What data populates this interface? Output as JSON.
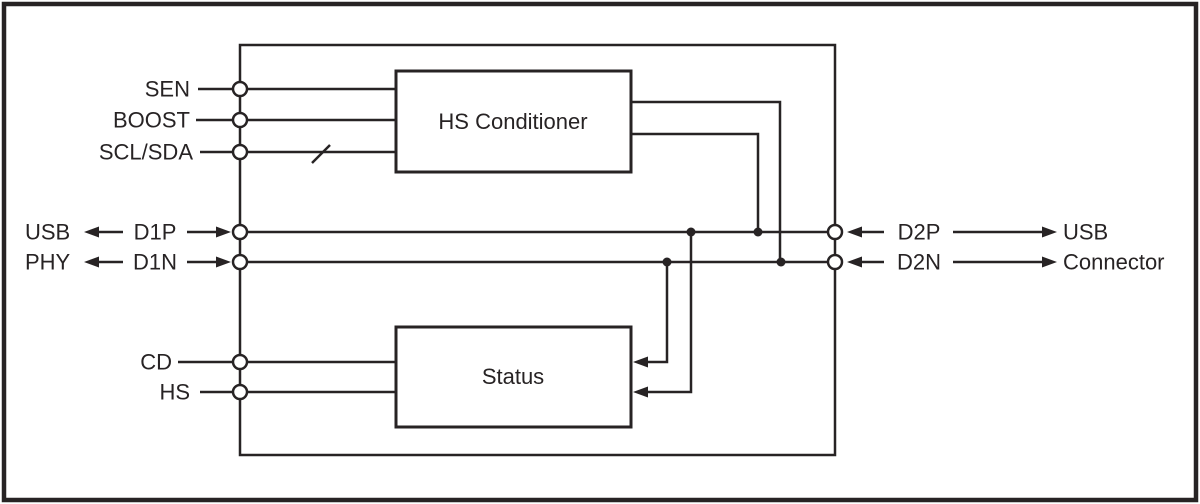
{
  "diagram": {
    "chip": {
      "blocks": {
        "hs_conditioner": {
          "label": "HS Conditioner"
        },
        "status": {
          "label": "Status"
        }
      },
      "left_pins": {
        "sen": {
          "label": "SEN"
        },
        "boost": {
          "label": "BOOST"
        },
        "scl_sda": {
          "label": "SCL/SDA"
        },
        "d1p": {
          "label": "D1P"
        },
        "d1n": {
          "label": "D1N"
        },
        "cd": {
          "label": "CD"
        },
        "hs": {
          "label": "HS"
        }
      },
      "right_pins": {
        "d2p": {
          "label": "D2P"
        },
        "d2n": {
          "label": "D2N"
        }
      }
    },
    "external": {
      "usb_phy": {
        "line1": "USB",
        "line2": "PHY"
      },
      "usb_connector": {
        "line1": "USB",
        "line2": "Connector"
      }
    },
    "colors": {
      "stroke": "#272324",
      "background": "#ffffff"
    }
  }
}
